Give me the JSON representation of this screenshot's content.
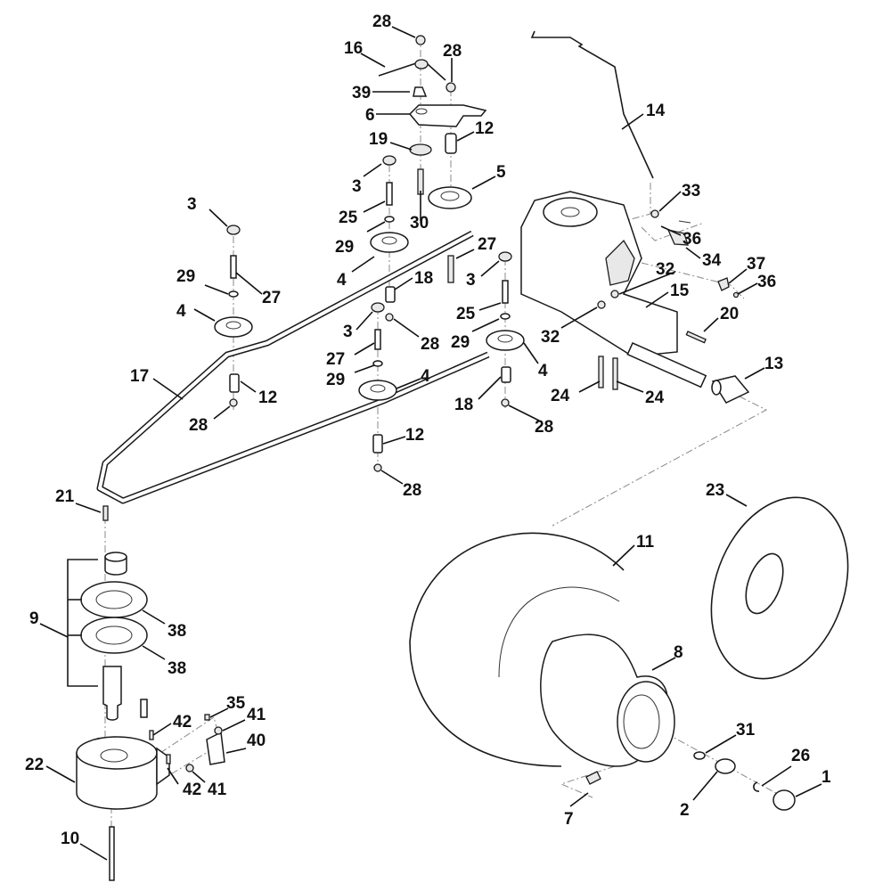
{
  "diagram": {
    "title": "Exploded parts diagram - transmission, belt drive, clutch and rear wheel",
    "background": "#ffffff",
    "line_color": "#1a1a1a",
    "callouts": [
      {
        "id": "c28a",
        "label": "28"
      },
      {
        "id": "c16",
        "label": "16"
      },
      {
        "id": "c28b",
        "label": "28"
      },
      {
        "id": "c39",
        "label": "39"
      },
      {
        "id": "c6",
        "label": "6"
      },
      {
        "id": "c19",
        "label": "19"
      },
      {
        "id": "c12a",
        "label": "12"
      },
      {
        "id": "c14",
        "label": "14"
      },
      {
        "id": "c5",
        "label": "5"
      },
      {
        "id": "c3a",
        "label": "3"
      },
      {
        "id": "c3b",
        "label": "3"
      },
      {
        "id": "c25a",
        "label": "25"
      },
      {
        "id": "c30",
        "label": "30"
      },
      {
        "id": "c33",
        "label": "33"
      },
      {
        "id": "c29a",
        "label": "29"
      },
      {
        "id": "c36a",
        "label": "36"
      },
      {
        "id": "c27a",
        "label": "27"
      },
      {
        "id": "c34",
        "label": "34"
      },
      {
        "id": "c4a",
        "label": "4"
      },
      {
        "id": "c29b",
        "label": "29"
      },
      {
        "id": "c27b",
        "label": "27"
      },
      {
        "id": "c3c",
        "label": "3"
      },
      {
        "id": "c18a",
        "label": "18"
      },
      {
        "id": "c37",
        "label": "37"
      },
      {
        "id": "c32a",
        "label": "32"
      },
      {
        "id": "c36b",
        "label": "36"
      },
      {
        "id": "c4b",
        "label": "4"
      },
      {
        "id": "c15",
        "label": "15"
      },
      {
        "id": "c25b",
        "label": "25"
      },
      {
        "id": "c3d",
        "label": "3"
      },
      {
        "id": "c28c",
        "label": "28"
      },
      {
        "id": "c20",
        "label": "20"
      },
      {
        "id": "c32b",
        "label": "32"
      },
      {
        "id": "c29c",
        "label": "29"
      },
      {
        "id": "c27c",
        "label": "27"
      },
      {
        "id": "c4c",
        "label": "4"
      },
      {
        "id": "c13",
        "label": "13"
      },
      {
        "id": "c29d",
        "label": "29"
      },
      {
        "id": "c4d",
        "label": "4"
      },
      {
        "id": "c17",
        "label": "17"
      },
      {
        "id": "c12b",
        "label": "12"
      },
      {
        "id": "c24a",
        "label": "24"
      },
      {
        "id": "c24b",
        "label": "24"
      },
      {
        "id": "c18b",
        "label": "18"
      },
      {
        "id": "c28d",
        "label": "28"
      },
      {
        "id": "c28e",
        "label": "28"
      },
      {
        "id": "c12c",
        "label": "12"
      },
      {
        "id": "c28f",
        "label": "28"
      },
      {
        "id": "c23",
        "label": "23"
      },
      {
        "id": "c21",
        "label": "21"
      },
      {
        "id": "c11",
        "label": "11"
      },
      {
        "id": "c9",
        "label": "9"
      },
      {
        "id": "c38a",
        "label": "38"
      },
      {
        "id": "c38b",
        "label": "38"
      },
      {
        "id": "c8",
        "label": "8"
      },
      {
        "id": "c35",
        "label": "35"
      },
      {
        "id": "c42a",
        "label": "42"
      },
      {
        "id": "c41a",
        "label": "41"
      },
      {
        "id": "c40",
        "label": "40"
      },
      {
        "id": "c31",
        "label": "31"
      },
      {
        "id": "c22",
        "label": "22"
      },
      {
        "id": "c26",
        "label": "26"
      },
      {
        "id": "c42b",
        "label": "42"
      },
      {
        "id": "c41b",
        "label": "41"
      },
      {
        "id": "c1",
        "label": "1"
      },
      {
        "id": "c7",
        "label": "7"
      },
      {
        "id": "c2",
        "label": "2"
      },
      {
        "id": "c10",
        "label": "10"
      }
    ]
  }
}
